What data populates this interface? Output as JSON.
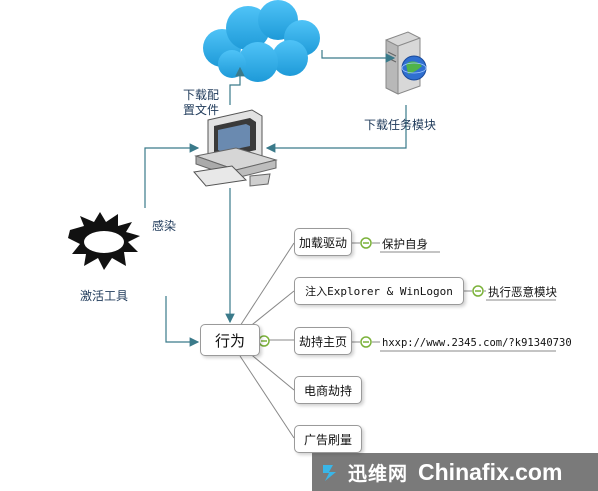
{
  "labels": {
    "download_config": "下载配\n置文件",
    "download_module": "下载任务模块",
    "infect": "感染",
    "activation_tool": "激活工具"
  },
  "root": "行为",
  "branches": [
    {
      "label": "加载驱动",
      "leaf": "保护自身"
    },
    {
      "label": "注入Explorer & WinLogon",
      "leaf": "执行恶意模块"
    },
    {
      "label": "劫持主页",
      "leaf": "hxxp://www.2345.com/?k91340730"
    },
    {
      "label": "电商劫持",
      "leaf": ""
    },
    {
      "label": "广告刷量",
      "leaf": ""
    }
  ],
  "watermark": {
    "cn": "迅维网",
    "en": "Chinafix.com"
  },
  "colors": {
    "arrow": "#3a7a8a",
    "cloud": "#2ea8e8",
    "collapse_icon": "#7bb23a"
  }
}
